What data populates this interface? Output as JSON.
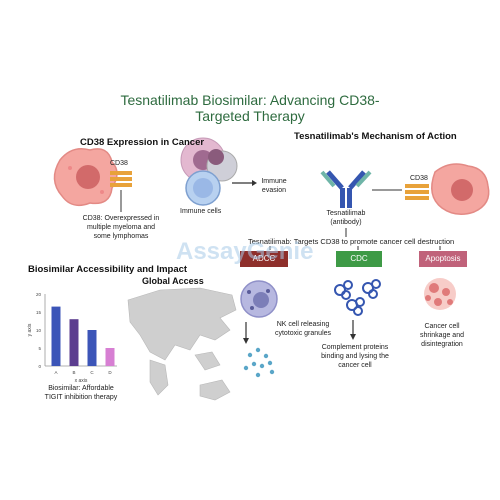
{
  "title_line1": "Tesnatilimab Biosimilar: Advancing CD38-",
  "title_line2": "Targeted Therapy",
  "left_section": {
    "heading": "CD38 Expression in Cancer",
    "cd38_label": "CD38",
    "desc": [
      "CD38: Overexpressed in",
      "multiple myeloma and",
      "some lymphomas"
    ]
  },
  "immune": {
    "cells_label": "Immune cells",
    "evasion": [
      "Immune",
      "evasion"
    ]
  },
  "mechanism": {
    "heading": "Tesnatilimab's Mechanism of Action",
    "cd38_label": "CD38",
    "antibody": [
      "Tesnatilimab",
      "(antibody)"
    ],
    "targets": "Tesnatilimab: Targets CD38 to promote cancer cell destruction",
    "badges": [
      {
        "label": "ADCC",
        "color": "#8e2f2b"
      },
      {
        "label": "CDC",
        "color": "#3e9a46"
      },
      {
        "label": "Apoptosis",
        "color": "#c0627a"
      }
    ],
    "adcc_desc": [
      "NK cell releasing",
      "cytotoxic granules"
    ],
    "cdc_desc": [
      "Complement proteins",
      "binding and lysing the",
      "cancer cell"
    ],
    "apoptosis_desc": [
      "Cancer cell",
      "shrinkage and",
      "disintegration"
    ]
  },
  "access": {
    "heading": "Biosimilar Accessibility and Impact",
    "global": "Global Access",
    "caption": [
      "Biosimilar: Affordable",
      "TIGIT inhibition therapy"
    ]
  },
  "watermark": "AssayGenie",
  "chart_data": {
    "type": "bar",
    "categories": [
      "A",
      "B",
      "C",
      "D"
    ],
    "values": [
      16.5,
      13,
      10,
      5
    ],
    "colors": [
      "#3c55b8",
      "#5c3d8f",
      "#3c55b8",
      "#d77fd3"
    ],
    "ylim": [
      0,
      20
    ],
    "yticks": [
      "0",
      "5",
      "10",
      "15",
      "20"
    ],
    "xlabel": "x axis",
    "ylabel": "y axis"
  }
}
